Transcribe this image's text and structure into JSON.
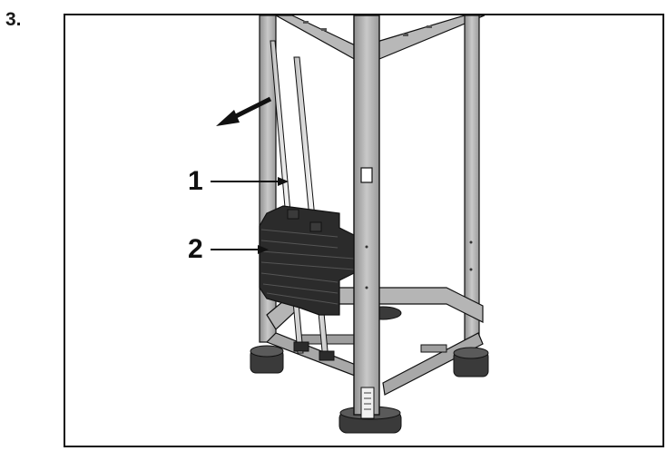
{
  "step": {
    "number": "3."
  },
  "callouts": [
    {
      "label": "1",
      "target": "weight-stack-guide-rods"
    },
    {
      "label": "2",
      "target": "weight-plate-stack"
    }
  ],
  "colors": {
    "frame_metal": "#a9a9a9",
    "frame_metal_light": "#c8c8c8",
    "weight_plates": "#2b2b2b",
    "rods": "#dcdcdc",
    "feet": "#3a3a3a",
    "outline": "#111111"
  },
  "arrow_direction": "down-left"
}
